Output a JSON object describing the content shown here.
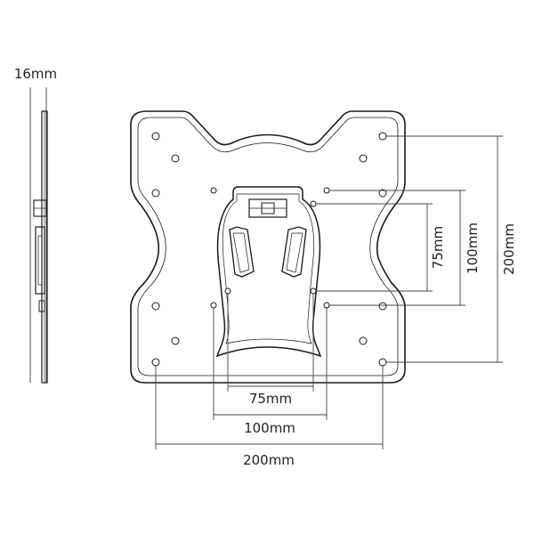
{
  "diagram": {
    "side_view": {
      "thickness_label": "16mm"
    },
    "dimensions": {
      "horizontal": {
        "small": "75mm",
        "medium": "100mm",
        "large": "200mm"
      },
      "vertical": {
        "small": "75mm",
        "medium": "100mm",
        "large": "200mm"
      }
    },
    "colors": {
      "line": "#1a1a1a",
      "dimension": "#444444",
      "background": "#ffffff"
    }
  }
}
